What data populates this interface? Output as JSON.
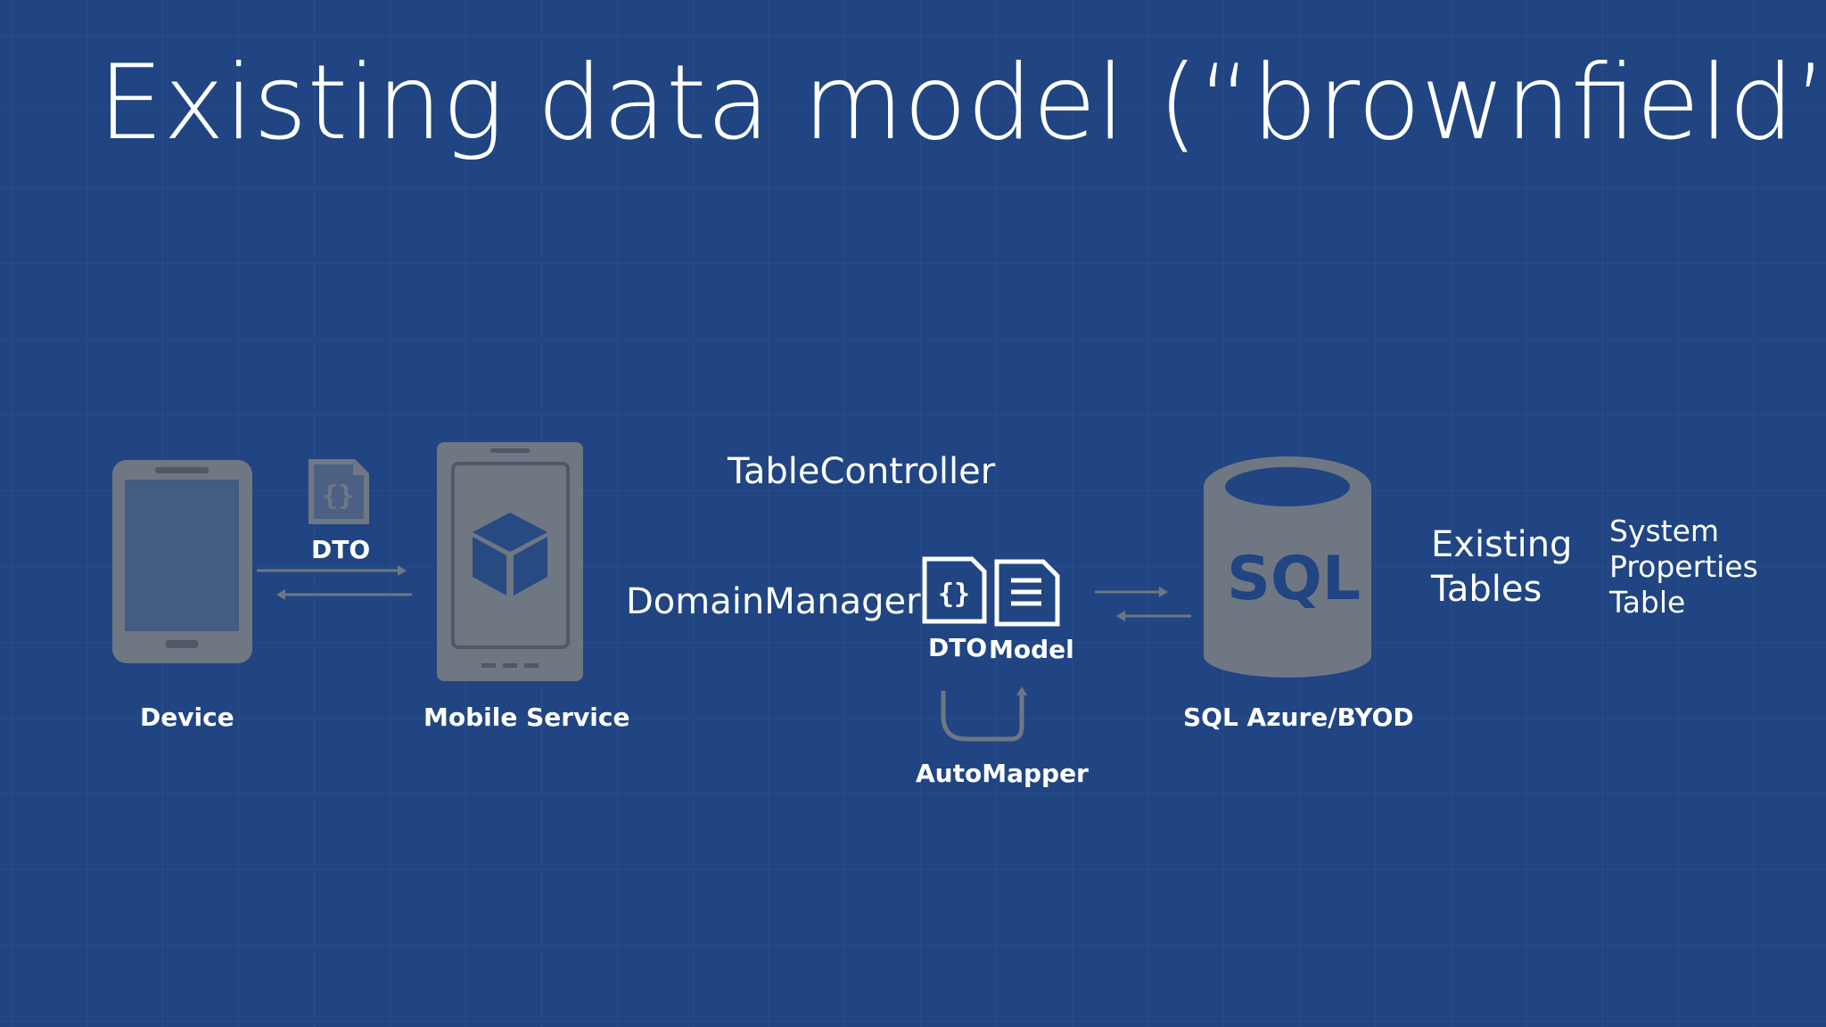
{
  "slide": {
    "title": "Existing data model (“brownfield”)"
  },
  "diagram": {
    "device_label": "Device",
    "dto_label_left": "DTO",
    "mobile_service_label": "Mobile Service",
    "table_controller_label": "TableController",
    "domain_manager_label": "DomainManager",
    "dto_label": "DTO",
    "model_label": "Model",
    "automapper_label": "AutoMapper",
    "sql_text": "SQL",
    "sql_label": "SQL Azure/BYOD",
    "existing_tables_line1": "Existing",
    "existing_tables_line2": "Tables",
    "system_props_line1": "System",
    "system_props_line2": "Properties",
    "system_props_line3": "Table"
  },
  "colors": {
    "background": "#204582",
    "icon_gray": "#6f7783",
    "text": "#ffffff"
  }
}
